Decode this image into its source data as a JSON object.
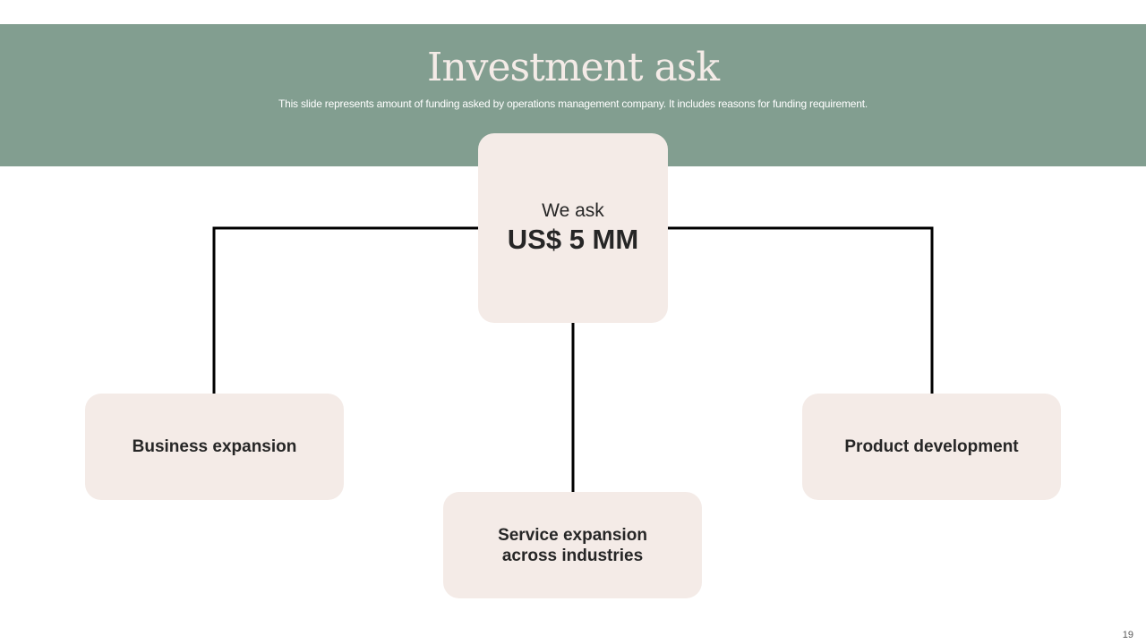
{
  "slide": {
    "title": "Investment ask",
    "subtitle": "This slide represents amount of funding asked by operations management company. It includes reasons for funding requirement.",
    "page_number": "19"
  },
  "diagram": {
    "center": {
      "label": "We ask",
      "amount": "US$ 5 MM"
    },
    "branches": [
      {
        "label": "Business expansion"
      },
      {
        "label": "Service expansion across industries"
      },
      {
        "label": "Product development"
      }
    ]
  },
  "colors": {
    "header_band": "#829e90",
    "box_fill": "#f4ebe7",
    "title_text": "#f4ebe7",
    "body_text": "#262626",
    "connector": "#000000"
  }
}
